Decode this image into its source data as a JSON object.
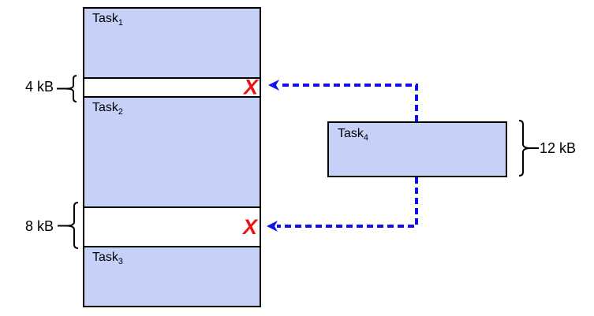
{
  "memory_column": {
    "segments": [
      {
        "kind": "task",
        "label": "Task",
        "subscript": "1"
      },
      {
        "kind": "free",
        "size": "4 kB"
      },
      {
        "kind": "task",
        "label": "Task",
        "subscript": "2"
      },
      {
        "kind": "free",
        "size": "8 kB"
      },
      {
        "kind": "task",
        "label": "Task",
        "subscript": "3"
      }
    ]
  },
  "gap_labels": {
    "small_gap": "4 kB",
    "large_gap": "8 kB"
  },
  "pending_task": {
    "label": "Task",
    "subscript": "4",
    "size": "12 kB"
  },
  "reject_mark": "X",
  "colors": {
    "task_fill": "#c6d1f8",
    "border": "#000000",
    "arrow_blue": "#1010ee",
    "reject_red": "#ee1111",
    "background": "#ffffff"
  }
}
